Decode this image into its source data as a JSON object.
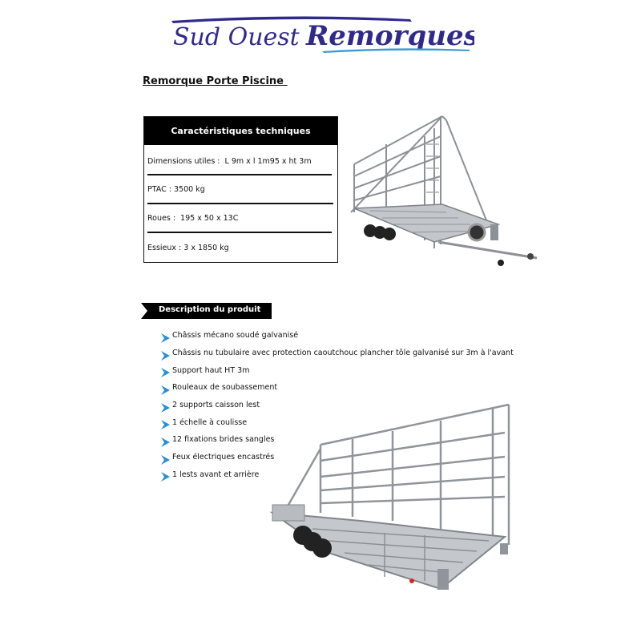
{
  "brand": {
    "logo_text_part1": "Sud Ouest",
    "logo_text_part2": "Remorques",
    "logo_color": "#2f2a8c",
    "accent_color": "#3a9ad9"
  },
  "page": {
    "title": "Remorque Porte Piscine "
  },
  "specs": {
    "header": "Caractéristiques techniques",
    "rows": [
      "Dimensions utiles :  L 9m x l 1m95 x ht 3m",
      "PTAC : 3500 kg",
      "Roues :  195 x 50 x 13C",
      "Essieux : 3 x 1850 kg"
    ]
  },
  "description": {
    "banner": "Description du produit",
    "bullet_icon": "chevron-right-icon",
    "bullet_color": "#2b8fd6",
    "features": [
      "Châssis mécano soudé galvanisé",
      "Châssis nu tubulaire avec protection caoutchouc plancher tôle galvanisé sur 3m à l'avant",
      "Support haut HT 3m",
      "Rouleaux de soubassement",
      "2 supports caisson lest",
      "1 échelle à coulisse",
      "12 fixations brides sangles",
      "Feux électriques encastrés",
      "1 lests avant et arrière"
    ]
  }
}
